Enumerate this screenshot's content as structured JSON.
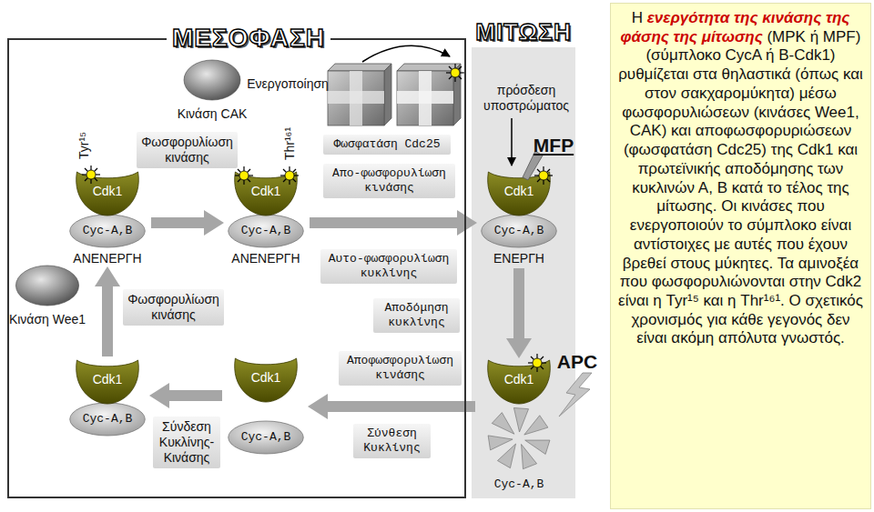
{
  "diagram": {
    "nodes": [
      {
        "text": [
          "ΜΕΣΟΦΑΣΗ"
        ]
      },
      {
        "text": [
          "Κινάση CAK"
        ],
        "in": 0
      },
      {
        "text": [
          "Φωσφορυλίωση κινάσης"
        ],
        "in": 0
      },
      {
        "text": [
          "Cdk1",
          "Cyc-A,B",
          "ΑΝΕΝΕΡΓΗ"
        ],
        "in": 0
      },
      {
        "text": [
          "Cdk1",
          "Cyc-A,B",
          "ΑΝΕΝΕΡΓΗ"
        ],
        "in": 0
      },
      {
        "text": [
          "Φωσφατάση Cdc25"
        ],
        "in": 0
      },
      {
        "text": [
          "Απο-φωσφορυλίωση κινάσης"
        ],
        "in": 0
      },
      {
        "text": [
          "Αυτο-φωσφορυλίωση κυκλίνης"
        ],
        "in": 0
      },
      {
        "text": [
          "Κινάση Wee1"
        ],
        "in": 0
      },
      {
        "text": [
          "Φωσφορυλίωση κινάσης"
        ],
        "in": 0
      },
      {
        "text": [
          "Αποδόμηση κυκλίνης"
        ],
        "in": 0
      },
      {
        "text": [
          "Cdk1",
          "Cyc-A,B"
        ],
        "in": 0
      },
      {
        "text": [
          "Cdk1",
          "Cyc-A,B"
        ],
        "in": 0
      },
      {
        "text": [
          "Αποφωσφορυλίωση κινάσης"
        ],
        "in": 0
      },
      {
        "text": [
          "Σύνδεση Κυκλίνης-Κινάσης"
        ],
        "in": 0
      },
      {
        "text": [
          "Σύνθεση Κυκλίνης"
        ],
        "in": 0
      },
      {
        "text": [
          "ΜΙΤΩΣΗ"
        ]
      },
      {
        "text": [
          "Cdk1",
          "Cyc-A,B",
          "ΕΝΕΡΓΗ"
        ],
        "in": 16
      },
      {
        "text": [
          "Cdk1",
          "Cyc-A,B"
        ],
        "in": 16
      },
      {
        "text": [
          "Η",
          "ενεργότητα της κινάσης της φάσης της μίτωσης",
          "(MPK ή MPF) (σύμπλοκο CycA ή B-Cdk1) ρυθμίζεται στα θηλαστικά (όπως και στον σακχαρομύκητα) μέσω φωσφορυλιώσεων (κινάσες Wee1, CAK) και αποφωσφορυριώσεων (φωσφατάση Cdc25) της Cdk1 και πρωτεϊνικής αποδόμησης των κυκλινών Α, Β κατά το τέλος της μίτωσης. Οι κινάσες που ενεργοποιούν το σύμπλοκο είναι αντίστοιχες με αυτές που έχουν βρεθεί στους μύκητες. Τα αμινοξέα που φωσφορυλιώνονται στην Cdk2 είναι η Tyr¹⁵ και η Thr¹⁶¹. Ο σχετικός χρονισμός για κάθε γεγονός δεν είναι ακόμη απόλυτα γνωστός."
        ]
      }
    ],
    "edges": [
      {
        "from": 3,
        "to": 4,
        "arrow": "to"
      },
      {
        "from": 4,
        "to": 17,
        "arrow": "to"
      },
      {
        "from": 17,
        "to": 18,
        "arrow": "to"
      },
      {
        "from": 18,
        "to": 12,
        "arrow": "to"
      },
      {
        "from": 12,
        "to": 11,
        "arrow": "to"
      },
      {
        "from": 11,
        "to": 3,
        "arrow": "to"
      }
    ],
    "labels": [
      "Ενεργοποίηση",
      "Tyr¹⁵",
      "Thr¹⁶¹",
      "πρόσδεση υποστρώματος",
      "MFP",
      "APC"
    ]
  }
}
